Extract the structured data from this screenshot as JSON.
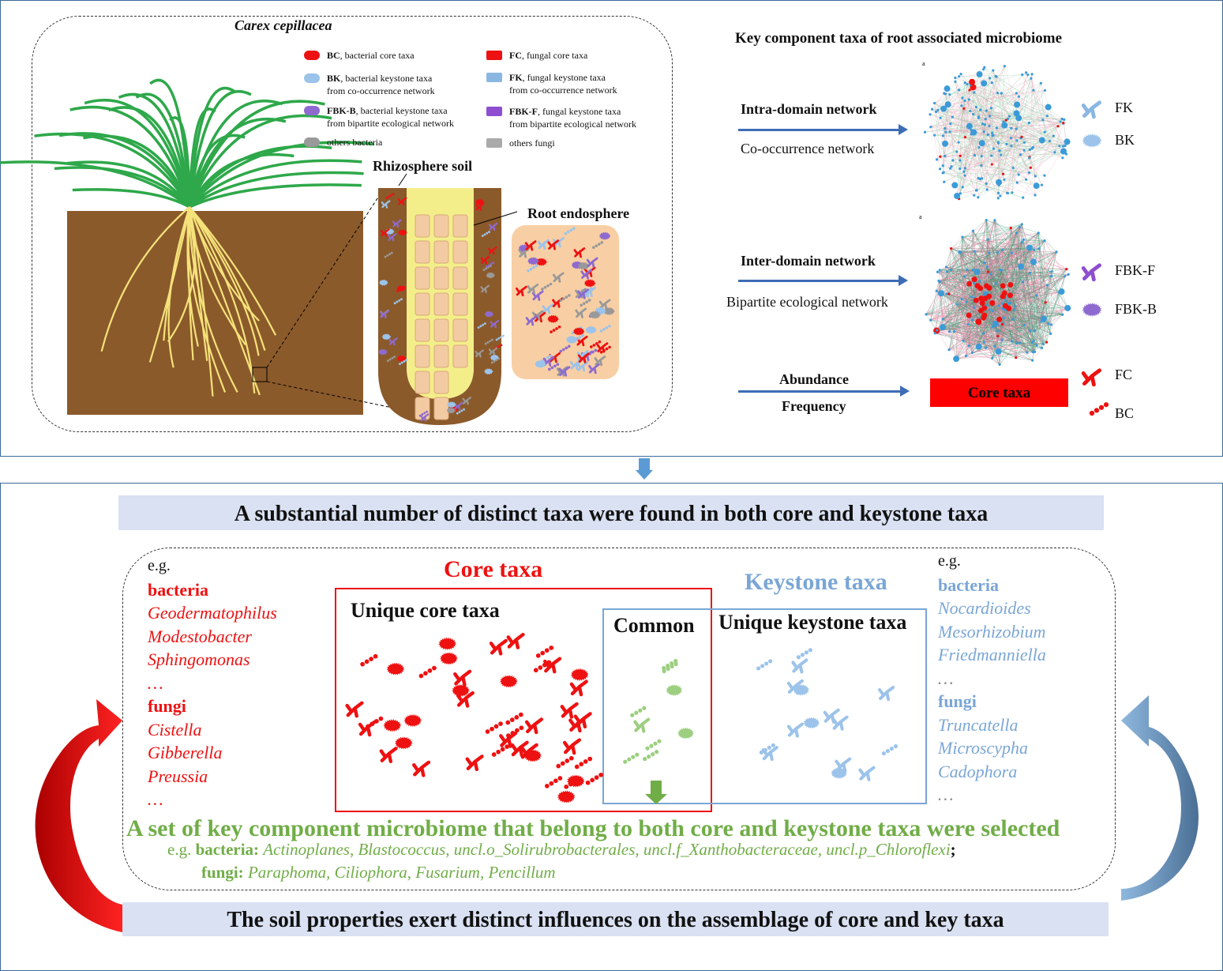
{
  "top": {
    "plant_name": "Carex cepillacea",
    "legend": [
      {
        "code": "BC",
        "desc": ", bacterial core taxa"
      },
      {
        "code": "FC",
        "desc": ", fungal core taxa"
      },
      {
        "code": "BK",
        "desc": ", bacterial keystone taxa",
        "desc2": "from co-occurrence network"
      },
      {
        "code": "FK",
        "desc": ", fungal keystone taxa",
        "desc2": "from co-occurrence network"
      },
      {
        "code": "FBK-B",
        "desc": ", bacterial keystone taxa",
        "desc2": "from bipartite ecological network"
      },
      {
        "code": "FBK-F",
        "desc": ", fungal keystone taxa",
        "desc2": "from bipartite ecological network"
      },
      {
        "code": "",
        "desc": "others bacteria"
      },
      {
        "code": "",
        "desc": "others fungi"
      }
    ],
    "rhizosphere_label": "Rhizosphere soil",
    "endosphere_label": "Root endosphere",
    "right_title": "Key component  taxa of  root associated microbiome",
    "intra_label": "Intra-domain network",
    "intra_sub": "Co-occurrence network",
    "inter_label": "Inter-domain network",
    "inter_sub": "Bipartite ecological network",
    "abundance": "Abundance",
    "frequency": "Frequency",
    "core_box": "Core taxa",
    "network_tag_a": "a",
    "network_tag_b": "a",
    "side_labels": [
      "FK",
      "BK",
      "FBK-F",
      "FBK-B",
      "FC",
      "BC"
    ]
  },
  "bottom": {
    "banner_top": "A substantial number of distinct taxa were found in both core and keystone taxa",
    "core_title": "Core taxa",
    "keystone_title": "Keystone taxa",
    "unique_core": "Unique core taxa",
    "common": "Common",
    "unique_keystone": "Unique keystone taxa",
    "left_list": {
      "eg": "e.g.",
      "bacteria": "bacteria",
      "bac_items": [
        "Geodermatophilus",
        "Modestobacter",
        "Sphingomonas",
        "…"
      ],
      "fungi": "fungi",
      "fun_items": [
        "Cistella",
        "Gibberella",
        "Preussia",
        "…"
      ]
    },
    "right_list": {
      "eg": "e.g.",
      "bacteria": "bacteria",
      "bac_items": [
        "Nocardioides",
        "Mesorhizobium",
        "Friedmanniella",
        "…"
      ],
      "fungi": "fungi",
      "fun_items": [
        "Truncatella",
        "Microscypha",
        "Cadophora",
        "…"
      ]
    },
    "selected_title": "A set of key component microbiome that belong to both core and keystone taxa were selected",
    "eg": "e.g.",
    "bacteria_label": "bacteria:",
    "bacteria_examples": "Actinoplanes, Blastococcus, uncl.o_Solirubrobacterales, uncl.f_Xanthobacteraceae, uncl.p_Chloroflexi",
    "semicolon": ";",
    "fungi_label": "fungi:",
    "fungi_examples": "Paraphoma, Ciliophora, Fusarium, Pencillum",
    "banner_bottom": "The soil properties exert distinct influences on the assemblage of core and key taxa"
  },
  "colors": {
    "core": "#ee1111",
    "keystone": "#7aa6d6",
    "common": "#70ad47",
    "banner": "#d9e1f2",
    "soil": "#8b5a2b",
    "root": "#f3e67a"
  }
}
